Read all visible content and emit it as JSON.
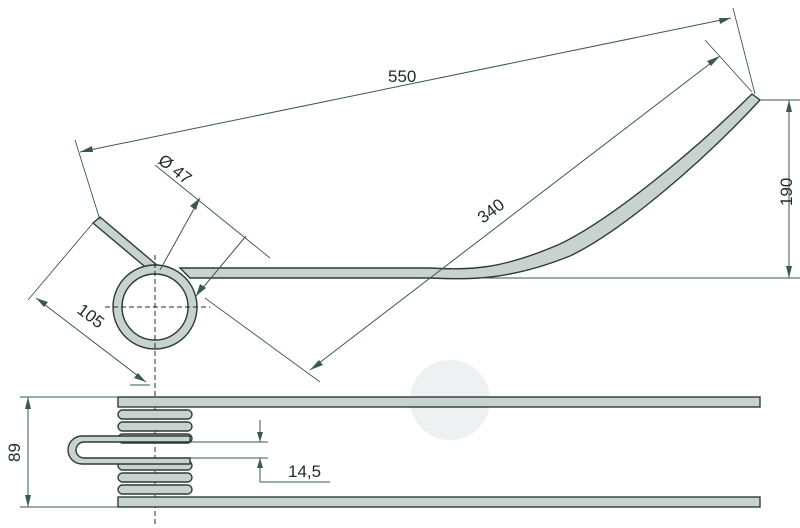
{
  "colors": {
    "part_fill": "#c8d3cf",
    "part_stroke": "#2d3b36",
    "dimension": "#3a5a4a"
  },
  "dimensions": {
    "overall_length": "550",
    "tine_length": "340",
    "coil_diameter": "Ø 47",
    "tip_height": "190",
    "hook_span": "105",
    "width": "89",
    "wire_gap": "14,5"
  }
}
